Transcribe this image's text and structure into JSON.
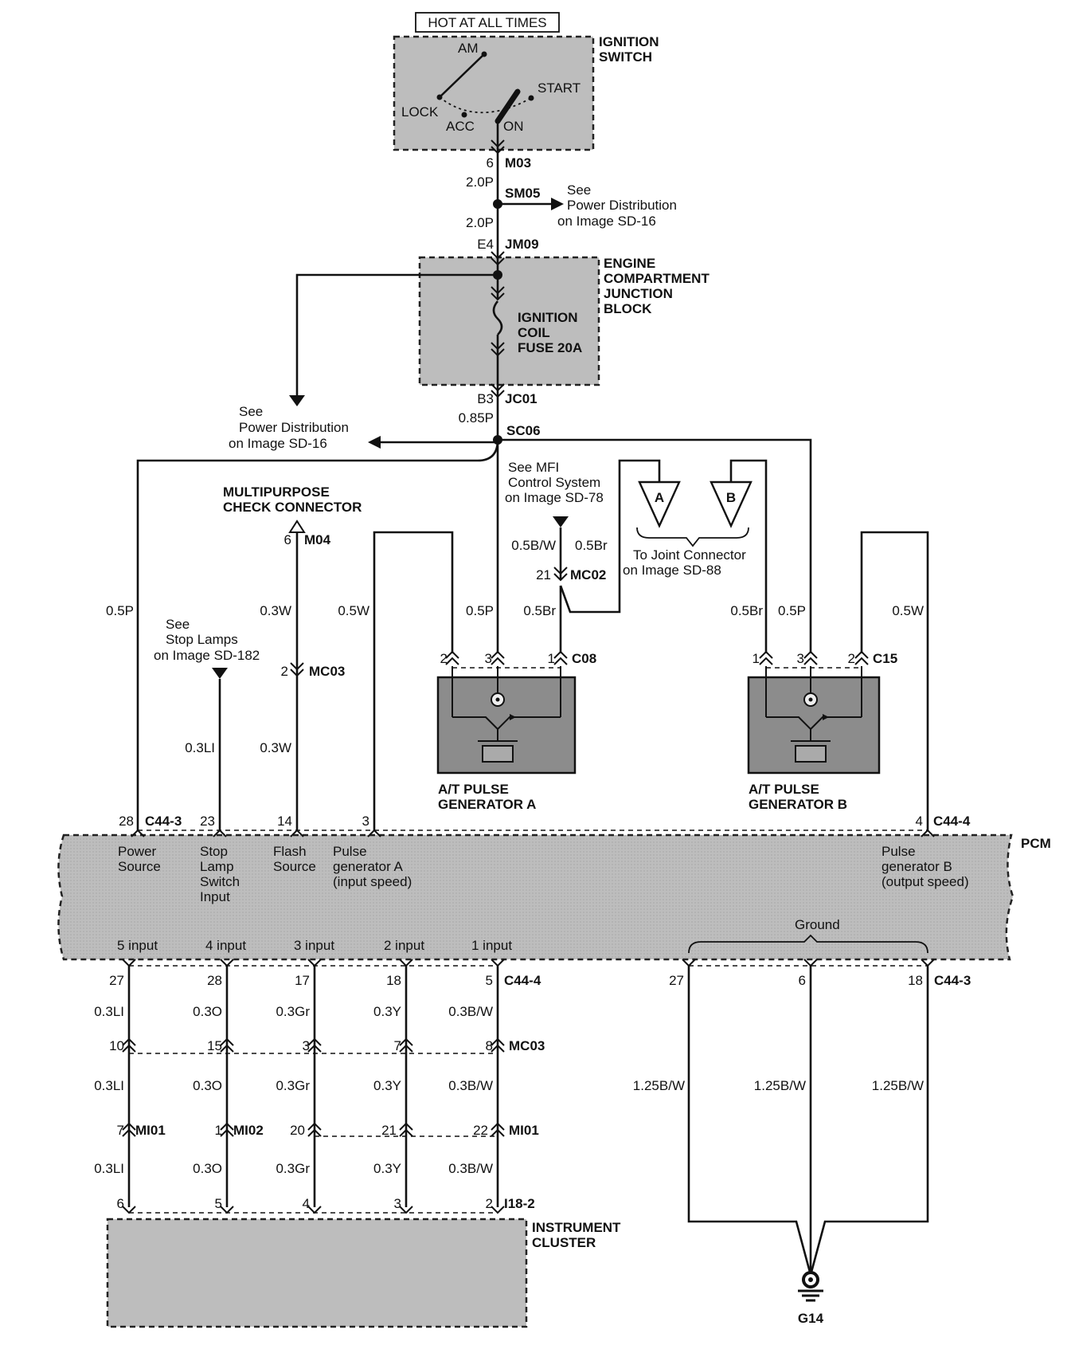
{
  "ignition": {
    "hot_label": "HOT AT ALL TIMES",
    "title_1": "IGNITION",
    "title_2": "SWITCH",
    "am": "AM",
    "lock": "LOCK",
    "acc": "ACC",
    "on": "ON",
    "start": "START"
  },
  "power": {
    "pin_6": "6",
    "m03": "M03",
    "wire_2p_upper": "2.0P",
    "sm05": "SM05",
    "see_1": "See",
    "see_2": "Power Distribution",
    "see_3": "on Image SD-16",
    "wire_2p_lower": "2.0P",
    "e4": "E4",
    "jm09": "JM09"
  },
  "junction": {
    "t1": "ENGINE",
    "t2": "COMPARTMENT",
    "t3": "JUNCTION",
    "t4": "BLOCK",
    "f1": "IGNITION",
    "f2": "COIL",
    "f3": "FUSE 20A",
    "b3": "B3",
    "jc01": "JC01",
    "wire_085p": "0.85P",
    "sc06": "SC06",
    "see_1": "See",
    "see_2": "Power Distribution",
    "see_3": "on Image SD-16"
  },
  "mfi": {
    "l1": "See MFI",
    "l2": "Control System",
    "l3": "on Image SD-78",
    "tri_a": "A",
    "tri_b": "B",
    "joint_1": "To Joint Connector",
    "joint_2": "on Image SD-88",
    "w05bw": "0.5B/W",
    "w05br": "0.5Br",
    "pin21": "21",
    "mc02": "MC02"
  },
  "check": {
    "t1": "MULTIPURPOSE",
    "t2": "CHECK CONNECTOR",
    "pin6": "6",
    "m04": "M04",
    "w03w_a": "0.3W",
    "pin2": "2",
    "mc03": "MC03",
    "w03w_b": "0.3W"
  },
  "stop": {
    "l1": "See",
    "l2": "Stop Lamps",
    "l3": "on Image SD-182",
    "w03li": "0.3LI"
  },
  "left_wires": {
    "w05p": "0.5P",
    "w05w": "0.5W"
  },
  "gen_a": {
    "w05p": "0.5P",
    "w05br": "0.5Br",
    "p2": "2",
    "p3": "3",
    "p1": "1",
    "c08": "C08",
    "t1": "A/T PULSE",
    "t2": "GENERATOR A"
  },
  "gen_b": {
    "w05br": "0.5Br",
    "w05p": "0.5P",
    "w05w": "0.5W",
    "p1": "1",
    "p3": "3",
    "p2": "2",
    "c15": "C15",
    "t1": "A/T PULSE",
    "t2": "GENERATOR B"
  },
  "pcm": {
    "title": "PCM",
    "top_pins": {
      "p28": "28",
      "c443": "C44-3",
      "p23": "23",
      "p14": "14",
      "p3": "3",
      "p4": "4",
      "c444": "C44-4"
    },
    "power_1": "Power",
    "power_2": "Source",
    "stop_1": "Stop",
    "stop_2": "Lamp",
    "stop_3": "Switch",
    "stop_4": "Input",
    "flash_1": "Flash",
    "flash_2": "Source",
    "pga_1": "Pulse",
    "pga_2": "generator A",
    "pga_3": "(input speed)",
    "pgb_1": "Pulse",
    "pgb_2": "generator B",
    "pgb_3": "(output speed)",
    "in5": "5 input",
    "in4": "4 input",
    "in3": "3 input",
    "in2": "2 input",
    "in1": "1 input",
    "ground": "Ground"
  },
  "lower": {
    "pins_c444": [
      "27",
      "28",
      "17",
      "18",
      "5"
    ],
    "c444": "C44-4",
    "wires_a": [
      "0.3LI",
      "0.3O",
      "0.3Gr",
      "0.3Y",
      "0.3B/W"
    ],
    "pins_mc03": [
      "10",
      "15",
      "3",
      "7",
      "8"
    ],
    "mc03": "MC03",
    "wires_b": [
      "0.3LI",
      "0.3O",
      "0.3Gr",
      "0.3Y",
      "0.3B/W"
    ],
    "pins_mi01": [
      "7",
      "1",
      "20",
      "21",
      "22"
    ],
    "mi01_a": "MI01",
    "mi02": "MI02",
    "mi01_b": "MI01",
    "wires_c": [
      "0.3LI",
      "0.3O",
      "0.3Gr",
      "0.3Y",
      "0.3B/W"
    ],
    "pins_i18": [
      "6",
      "5",
      "4",
      "3",
      "2"
    ],
    "i182": "I18-2",
    "cluster_1": "INSTRUMENT",
    "cluster_2": "CLUSTER"
  },
  "ground": {
    "pins": [
      "27",
      "6",
      "18"
    ],
    "c443": "C44-3",
    "wires": [
      "1.25B/W",
      "1.25B/W",
      "1.25B/W"
    ],
    "g14": "G14"
  }
}
